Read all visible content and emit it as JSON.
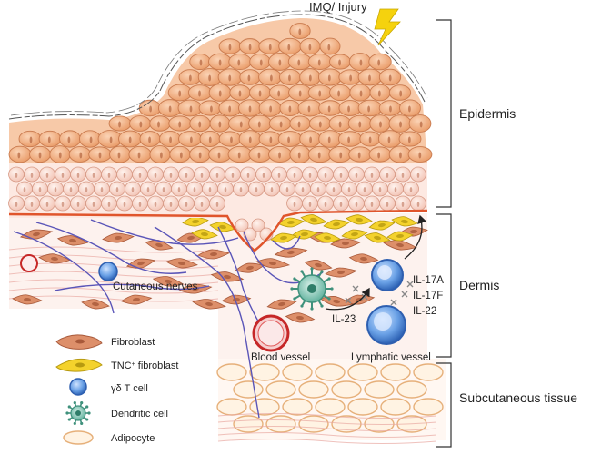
{
  "trigger": {
    "label": "IMQ/ Injury"
  },
  "layers": {
    "epidermis": "Epidermis",
    "dermis": "Dermis",
    "subcutaneous": "Subcutaneous tissue"
  },
  "annotations": {
    "cutaneous_nerves": "Cutaneous nerves",
    "blood_vessel": "Blood vessel",
    "lymphatic_vessel": "Lymphatic vessel",
    "il23": "IL-23",
    "il17a": "IL-17A",
    "il17f": "IL-17F",
    "il22": "IL-22"
  },
  "legend": {
    "fibroblast": "Fibroblast",
    "tnc_fibroblast_main": "TNC",
    "tnc_fibroblast_sup": "+",
    "tnc_fibroblast_rest": " fibroblast",
    "gd_t_cell": "γδ T cell",
    "dendritic_cell": "Dendritic cell",
    "adipocyte": "Adipocyte"
  },
  "colors": {
    "keratinocyte_fill": "#f2b48a",
    "keratinocyte_stroke": "#c97a4e",
    "basal_fill": "#fbe1d8",
    "basal_stroke": "#d79a86",
    "basement_line": "#e0552c",
    "fibroblast": "#dd8f6a",
    "tnc_fibroblast": "#f4d22c",
    "t_cell": "#3c7dcc",
    "dendritic": "#5cb39f",
    "blood_vessel": "#d33a3a",
    "adipocyte": "#f0c48a",
    "nerve": "#5a55b8",
    "collagen": "#e8a7a0"
  }
}
